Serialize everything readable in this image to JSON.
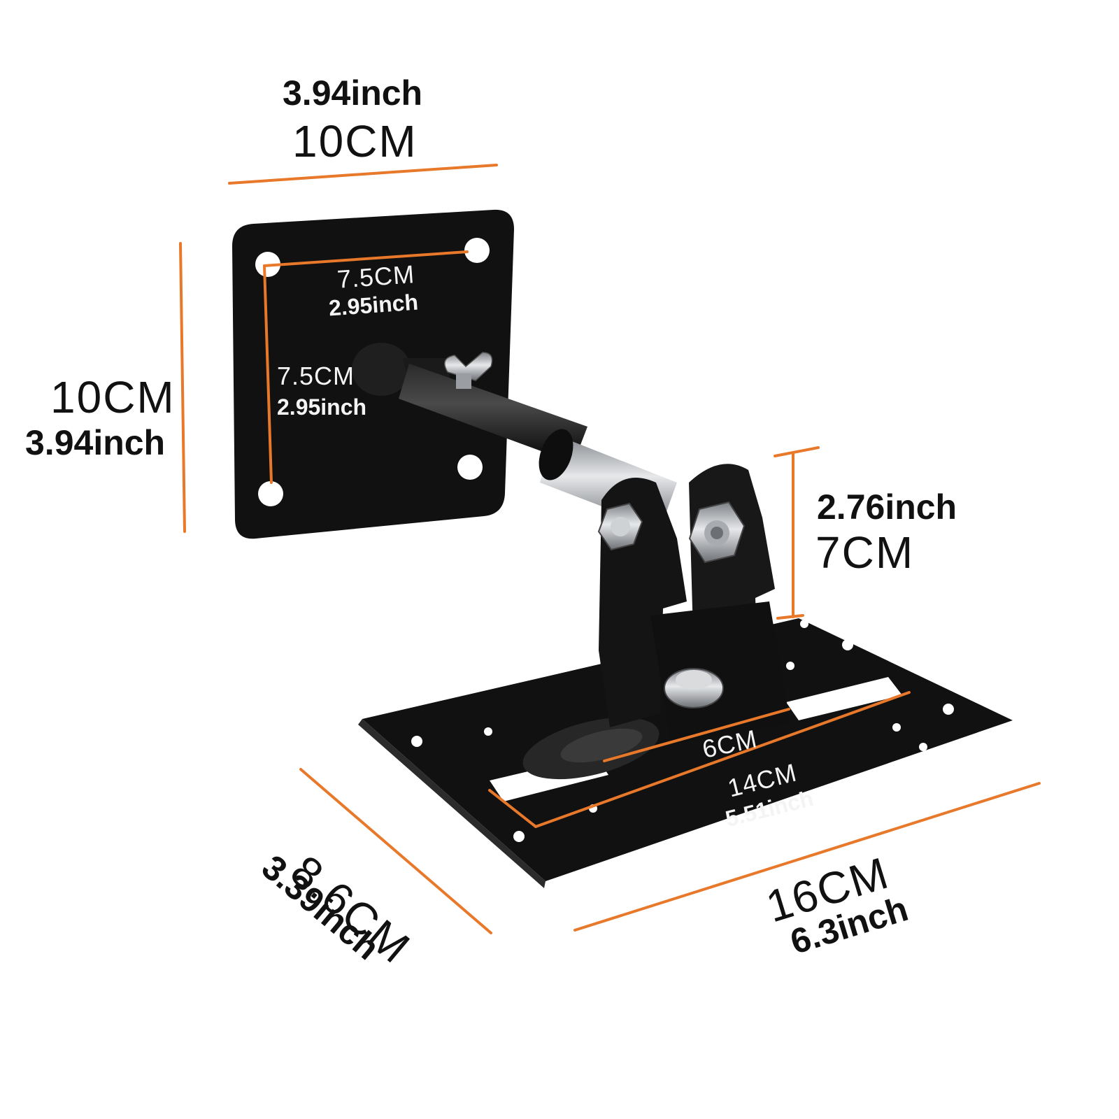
{
  "colors": {
    "background": "#ffffff",
    "metal": "#111111",
    "steel": "#b9bcc0",
    "dimension_line": "#e8782a"
  },
  "dimensions": {
    "wall_plate_width": {
      "cm": "10CM",
      "inch": "3.94inch"
    },
    "wall_plate_height": {
      "cm": "10CM",
      "inch": "3.94inch"
    },
    "hole_spacing_horizontal": {
      "cm": "7.5CM",
      "inch": "2.95inch"
    },
    "hole_spacing_vertical": {
      "cm": "7.5CM",
      "inch": "2.95inch"
    },
    "bracket_height": {
      "cm": "7CM",
      "inch": "2.76inch"
    },
    "bracket_width": {
      "cm": "6CM"
    },
    "slot_length": {
      "cm": "14CM",
      "inch": "5.51inch"
    },
    "base_depth": {
      "cm": "8.6CM",
      "inch": "3.39inch"
    },
    "base_length": {
      "cm": "16CM",
      "inch": "6.3inch"
    }
  }
}
